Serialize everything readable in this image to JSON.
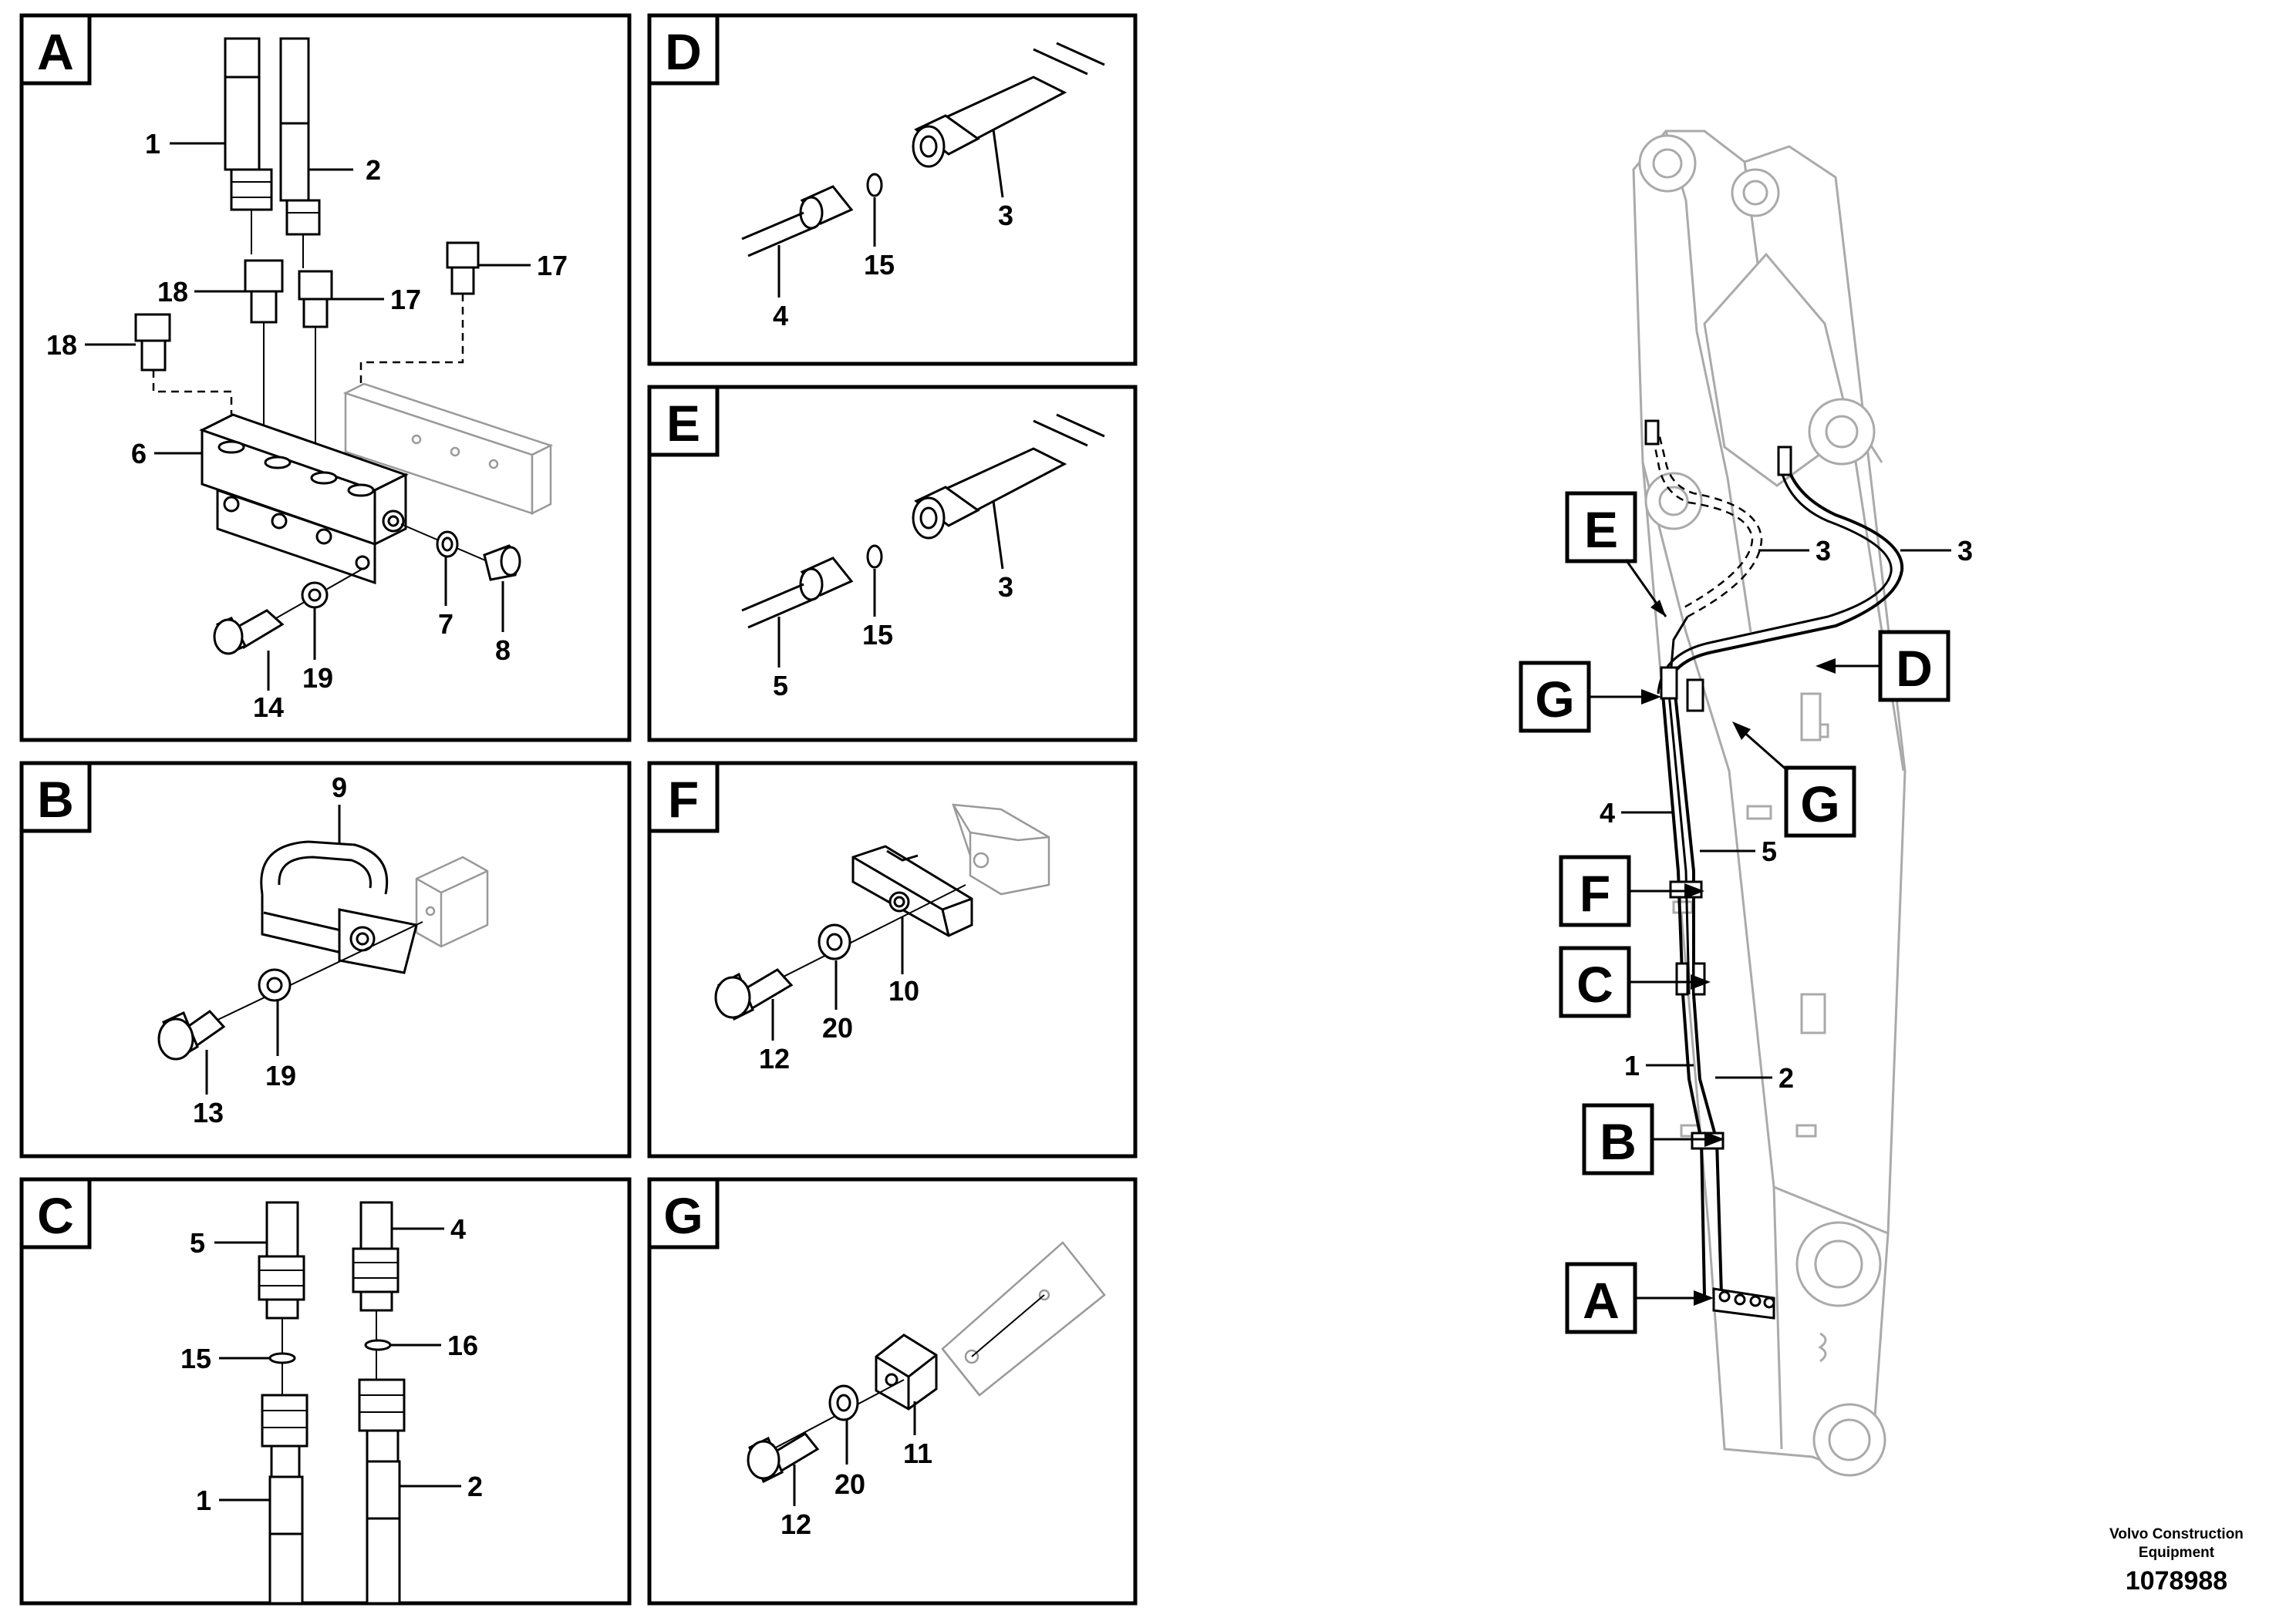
{
  "panels": {
    "A": {
      "tag": "A",
      "callouts": {
        "c1": "1",
        "c2": "2",
        "c17a": "17",
        "c17b": "17",
        "c18a": "18",
        "c18b": "18",
        "c6": "6",
        "c7": "7",
        "c8": "8",
        "c14": "14",
        "c19": "19"
      }
    },
    "B": {
      "tag": "B",
      "callouts": {
        "c9": "9",
        "c13": "13",
        "c19": "19"
      }
    },
    "C": {
      "tag": "C",
      "callouts": {
        "c5": "5",
        "c4": "4",
        "c15": "15",
        "c16": "16",
        "c1": "1",
        "c2": "2"
      }
    },
    "D": {
      "tag": "D",
      "callouts": {
        "c3": "3",
        "c4": "4",
        "c15": "15"
      }
    },
    "E": {
      "tag": "E",
      "callouts": {
        "c3": "3",
        "c5": "5",
        "c15": "15"
      }
    },
    "F": {
      "tag": "F",
      "callouts": {
        "c10": "10",
        "c12": "12",
        "c20": "20"
      }
    },
    "G": {
      "tag": "G",
      "callouts": {
        "c11": "11",
        "c12": "12",
        "c20": "20"
      }
    }
  },
  "overview": {
    "tags": {
      "E": "E",
      "G1": "G",
      "G2": "G",
      "D": "D",
      "F": "F",
      "C": "C",
      "B": "B",
      "A": "A"
    },
    "callouts": {
      "c3a": "3",
      "c3b": "3",
      "c4": "4",
      "c5": "5",
      "c1": "1",
      "c2": "2"
    }
  },
  "footer": {
    "brand_line1": "Volvo Construction",
    "brand_line2": "Equipment",
    "doc_number": "1078988"
  }
}
